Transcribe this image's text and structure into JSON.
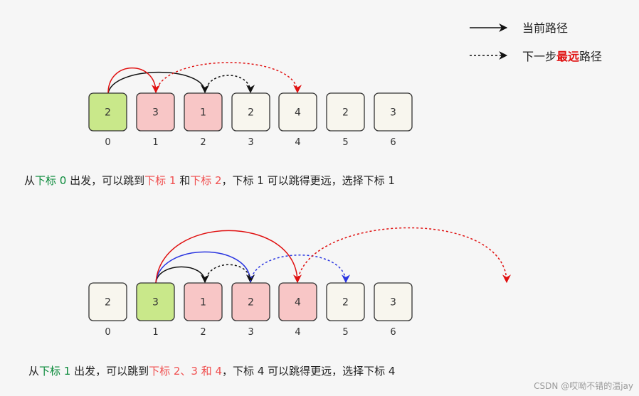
{
  "legend": {
    "current_label": "当前路径",
    "next_prefix": "下一步",
    "next_highlight": "最远",
    "next_suffix": "路径",
    "highlight_color": "#e01010"
  },
  "rows": [
    {
      "cells": [
        "2",
        "3",
        "1",
        "2",
        "4",
        "2",
        "3"
      ],
      "indices": [
        "0",
        "1",
        "2",
        "3",
        "4",
        "5",
        "6"
      ],
      "states": [
        "current",
        "candidate",
        "candidate",
        "plain",
        "plain",
        "plain",
        "plain"
      ],
      "description": [
        {
          "text": "从",
          "style": "normal"
        },
        {
          "text": "下标 0",
          "style": "green"
        },
        {
          "text": " 出发，可以跳到",
          "style": "normal"
        },
        {
          "text": "下标 1",
          "style": "red"
        },
        {
          "text": " 和",
          "style": "normal"
        },
        {
          "text": "下标 2",
          "style": "red"
        },
        {
          "text": "，下标 1 可以跳得更远，选择下标 1",
          "style": "normal"
        }
      ]
    },
    {
      "cells": [
        "2",
        "3",
        "1",
        "2",
        "4",
        "2",
        "3"
      ],
      "indices": [
        "0",
        "1",
        "2",
        "3",
        "4",
        "5",
        "6"
      ],
      "states": [
        "plain",
        "current",
        "candidate",
        "candidate",
        "candidate",
        "plain",
        "plain"
      ],
      "description": [
        {
          "text": "从",
          "style": "normal"
        },
        {
          "text": "下标 1",
          "style": "green"
        },
        {
          "text": " 出发，可以跳到",
          "style": "normal"
        },
        {
          "text": "下标 2、3 和 4",
          "style": "red"
        },
        {
          "text": "，下标 4 可以跳得更远，选择下标 4",
          "style": "normal"
        }
      ]
    }
  ],
  "colors": {
    "current_fill": "#c9e88a",
    "candidate_fill": "#f8c6c6",
    "plain_fill": "#f8f6ee",
    "cell_stroke": "#333333",
    "black": "#111111",
    "red": "#e01010",
    "blue": "#2a35e0"
  },
  "watermark": "CSDN @哎呦不错的温jay"
}
